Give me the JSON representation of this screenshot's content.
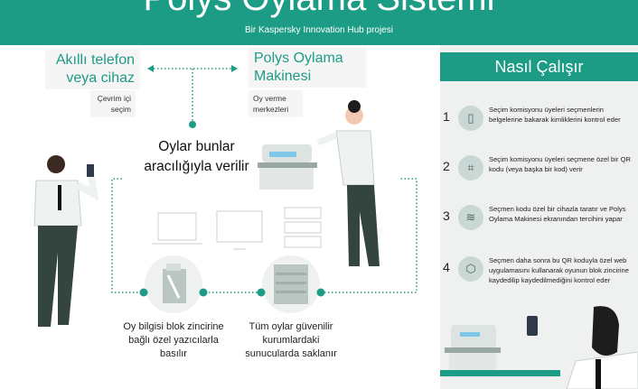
{
  "header": {
    "title": "Polys Oylama Sistemi",
    "subtitle": "Bir Kaspersky Innovation Hub projesi"
  },
  "left": {
    "device_label": "Akıllı telefon veya cihaz",
    "device_sub": "Çevrim içi seçim",
    "machine_label": "Polys Oylama Makinesi",
    "machine_sub": "Oy verme merkezleri",
    "center_text": "Oylar bunlar aracılığıyla verilir",
    "printer_caption": "Oy bilgisi blok zincirine bağlı özel yazıcılarla basılır",
    "server_caption": "Tüm oylar güvenilir kurumlardaki sunucularda saklanır"
  },
  "panel": {
    "title": "Nasıl Çalışır",
    "steps": [
      {
        "num": "1",
        "icon": "id-check-icon",
        "text": "Seçim komisyonu üyeleri seçmenlerin belgelerine bakarak kimliklerini kontrol eder"
      },
      {
        "num": "2",
        "icon": "qr-code-icon",
        "text": "Seçim komisyonu üyeleri seçmene özel bir QR kodu (veya başka bir kod) verir"
      },
      {
        "num": "3",
        "icon": "scanner-icon",
        "text": "Seçmen kodu özel bir cihazla taratır ve Polys Oylama Makinesi ekranından tercihini yapar"
      },
      {
        "num": "4",
        "icon": "verify-icon",
        "text": "Seçmen daha sonra bu QR koduyla özel web uygulamasını kullanarak oyunun blok zincirine kaydedilip kaydedilmediğini kontrol eder"
      }
    ]
  },
  "colors": {
    "brand": "#1d9c85",
    "panel": "#eff1f0",
    "dark": "#2f3d39"
  }
}
